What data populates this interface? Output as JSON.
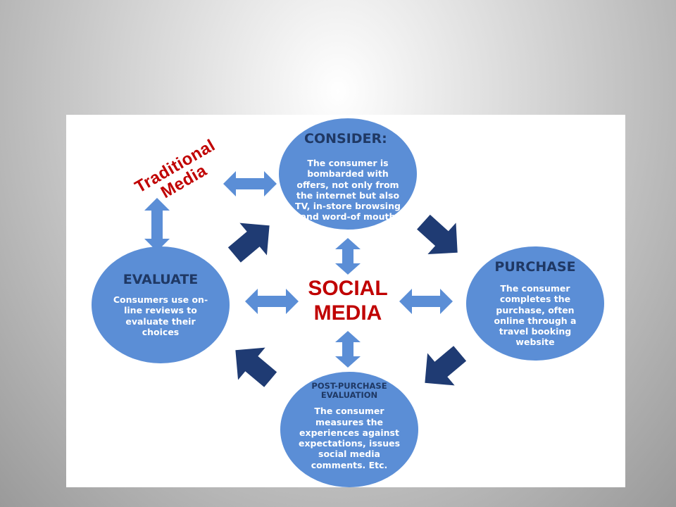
{
  "colors": {
    "node_fill": "#5b8ed6",
    "title_text": "#1f3864",
    "accent_red": "#c00000",
    "dark_arrow": "#1f3b73",
    "light_arrow": "#5b8ed6"
  },
  "nodes": {
    "consider": {
      "title": "CONSIDER:",
      "body": "The consumer is bombarded with offers, not only from the internet but also TV, in-store browsing and word-of mouth"
    },
    "purchase": {
      "title": "PURCHASE",
      "body": "The consumer completes the purchase, often online through a travel booking website"
    },
    "post_purchase": {
      "title": "POST-PURCHASE EVALUATION",
      "body": "The consumer measures the experiences against expectations, issues social media comments. Etc."
    },
    "evaluate": {
      "title": "EVALUATE",
      "body": "Consumers use on-line reviews to evaluate their choices"
    }
  },
  "center": {
    "line1": "SOCIAL",
    "line2": "MEDIA"
  },
  "traditional_media": {
    "line1": "Traditional",
    "line2": "Media"
  }
}
